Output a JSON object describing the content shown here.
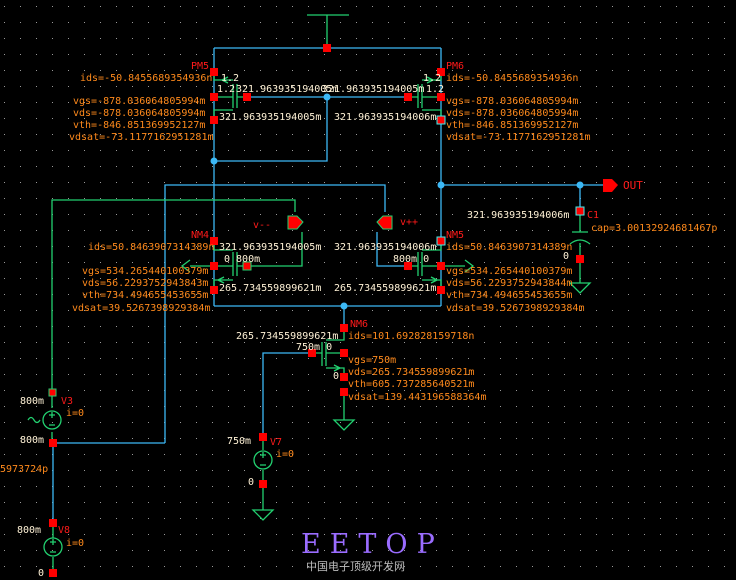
{
  "colors": {
    "background": "#000000",
    "wire": "#3cb8f5",
    "device": "#22d070",
    "pin": "#ff0000",
    "param_text": "#ff8a1c",
    "node_text": "#fff2d6",
    "label_text": "#ff1a1a"
  },
  "pins": {
    "vminus": "v--",
    "vplus": "v++",
    "out": "OUT"
  },
  "PM5": {
    "name": "PM5",
    "w": "1.2",
    "l": "1.2",
    "ids": "ids=-50.8455689354936n",
    "vgs": "vgs=-878.036064805994m",
    "vds": "vds=-878.036064805994m",
    "vth": "vth=-846.851369952127m",
    "vdsat": "vdsat=-73.1177162951281m",
    "gate_v": "321.963935194005m",
    "drain_v": "321.963935194005m"
  },
  "PM6": {
    "name": "PM6",
    "w": "1.2",
    "l": "1.2",
    "ids": "ids=-50.8455689354936n",
    "vgs": "vgs=-878.036064805994m",
    "vds": "vds=-878.036064805994m",
    "vth": "vth=-846.851369952127m",
    "vdsat": "vdsat=-73.1177162951281m",
    "gate_v": "321.963935194005m",
    "drain_v": "321.963935194006m"
  },
  "NM4": {
    "name": "NM4",
    "ids": "ids=50.8463907314389n",
    "vgs": "vgs=534.265440100379m",
    "vds": "vds=56.2293752943843m",
    "vth": "vth=734.494655453655m",
    "vdsat": "vdsat=39.5267398929384m",
    "drain_v": "321.963935194005m",
    "bulk_gate": "0 800m",
    "source_v": "265.734559899621m"
  },
  "NM5": {
    "name": "NM5",
    "ids": "ids=50.8463907314389n",
    "vgs": "vgs=534.265440100379m",
    "vds": "vds=56.2293752943844m",
    "vth": "vth=734.494655453655m",
    "vdsat": "vdsat=39.5267398929384m",
    "drain_v": "321.963935194006m",
    "gate_bulk": "800m 0",
    "source_v": "265.734559899621m"
  },
  "NM6": {
    "name": "NM6",
    "ids": "ids=101.692828159718n",
    "vgs": "vgs=750m",
    "vds": "vds=265.734559899621m",
    "vth": "vth=605.737285640521m",
    "vdsat": "vdsat=139.443196588364m",
    "drain_v": "265.734559899621m",
    "gate_bulk": "750m 0",
    "source_v": "0"
  },
  "C1": {
    "name": "C1",
    "cap": "cap=3.00132924681467p",
    "top_v": "321.963935194006m",
    "bottom_v": "0"
  },
  "V3": {
    "name": "V3",
    "i": "i=0",
    "top_v": "800m",
    "bottom_v": "800m"
  },
  "V7": {
    "name": "V7",
    "i": "i=0",
    "top_v": "750m",
    "bottom_v": "0"
  },
  "V8": {
    "name": "V8",
    "i": "i=0",
    "top_v": "800m",
    "bottom_v": "0"
  },
  "clipped_label": "5973724p",
  "watermark": {
    "title": "EETOP",
    "subtitle": "中国电子顶级开发网"
  }
}
